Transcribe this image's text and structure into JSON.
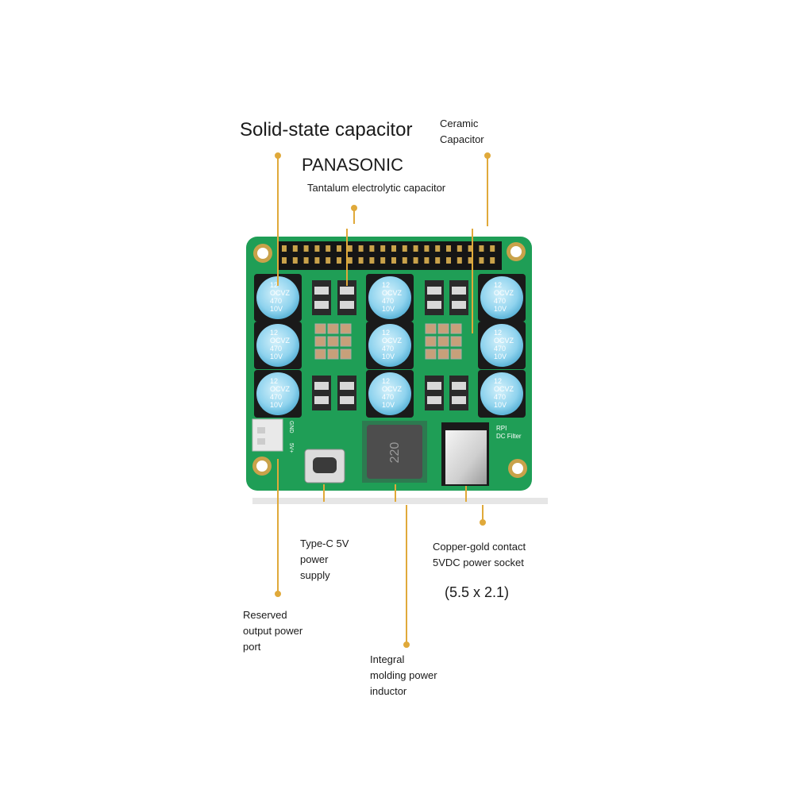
{
  "labels": {
    "solid_state": "Solid-state capacitor",
    "panasonic": "PANASONIC",
    "tantalum": "Tantalum electrolytic capacitor",
    "ceramic": "Ceramic\nCapacitor",
    "typec": "Type-C 5V\npower\nsupply",
    "copper": "Copper-gold contact\n5VDC power socket",
    "socket_size": "(5.5 x 2.1)",
    "reserved": "Reserved\noutput power\n port",
    "inductor": "Integral\nmolding power\ninductor"
  },
  "board": {
    "cap_text": [
      "12",
      "OCVZ",
      "470",
      "10V"
    ],
    "inductor_text": "220",
    "silk_right": [
      "RPI",
      "DC Filter"
    ],
    "silk_left": [
      "GND",
      "5V+"
    ]
  },
  "colors": {
    "pcb": "#1f9e56",
    "leader": "#e0a93a",
    "cap": "#8fd3ee",
    "inductor": "#4d4d4d"
  }
}
